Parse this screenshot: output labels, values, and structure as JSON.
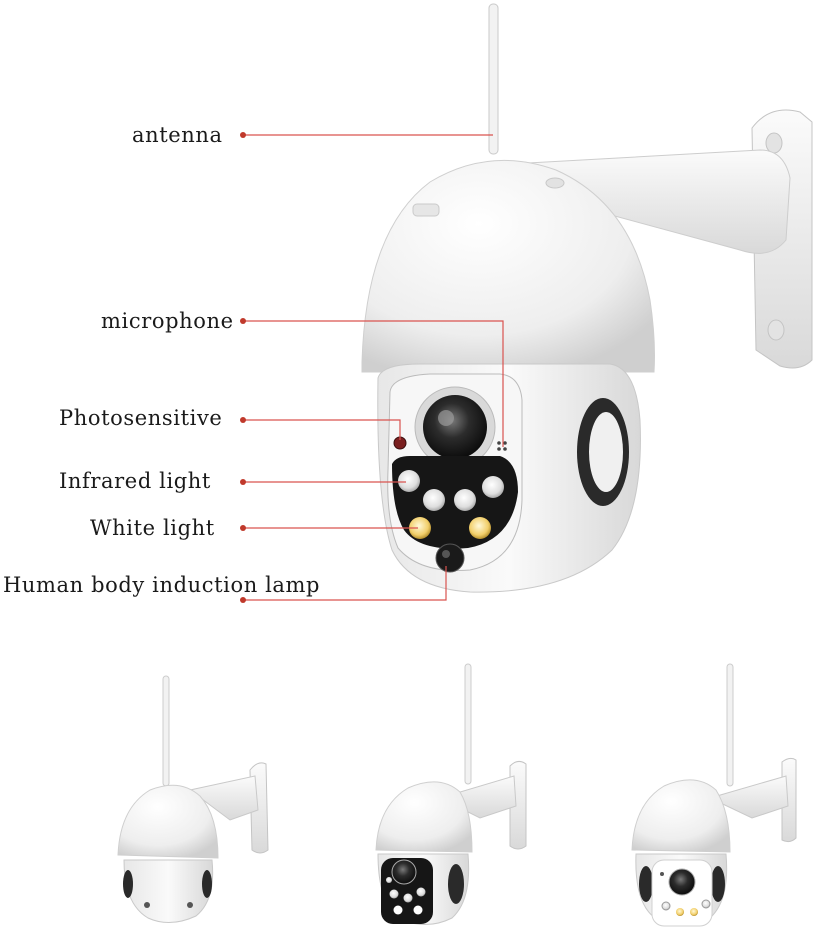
{
  "callouts": {
    "antenna": "antenna",
    "microphone": "microphone",
    "photosensitive": "Photosensitive",
    "infrared": "Infrared light",
    "white": "White light",
    "human": "Human body induction lamp"
  },
  "colors": {
    "leader_line": "#d9534f",
    "leader_dot": "#c0392b",
    "camera_body": "#f4f4f4",
    "camera_shadow": "#cfcfcf",
    "lens_dark": "#1b1b1b",
    "ir_led": "#e6e6e6",
    "white_led": "#f3d37a"
  },
  "thumbnails": [
    {
      "view": "rear"
    },
    {
      "view": "front-white-led"
    },
    {
      "view": "front-warm-led"
    }
  ]
}
